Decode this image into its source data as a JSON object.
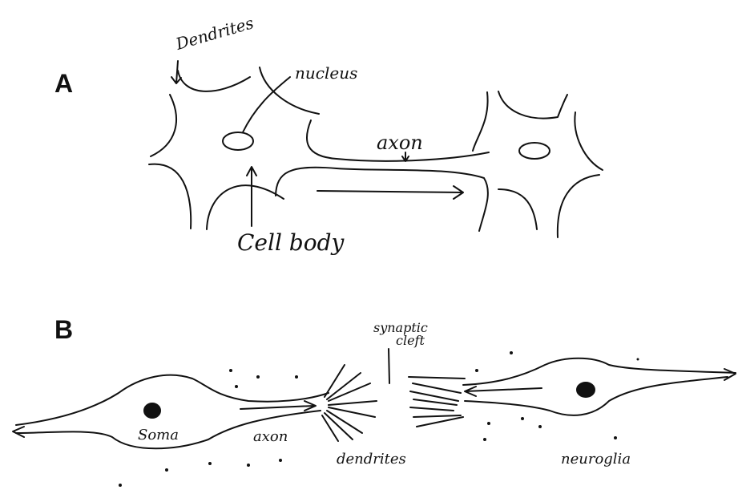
{
  "panels": {
    "a": {
      "letter": "A",
      "labels": {
        "dendrites": "Dendrites",
        "nucleus": "nucleus",
        "axon": "axon",
        "cell_body": "Cell body"
      }
    },
    "b": {
      "letter": "B",
      "labels": {
        "synaptic_cleft": "synaptic\ncleft",
        "soma": "Soma",
        "axon": "axon",
        "dendrites": "dendrites",
        "neuroglia": "neuroglia"
      }
    }
  }
}
